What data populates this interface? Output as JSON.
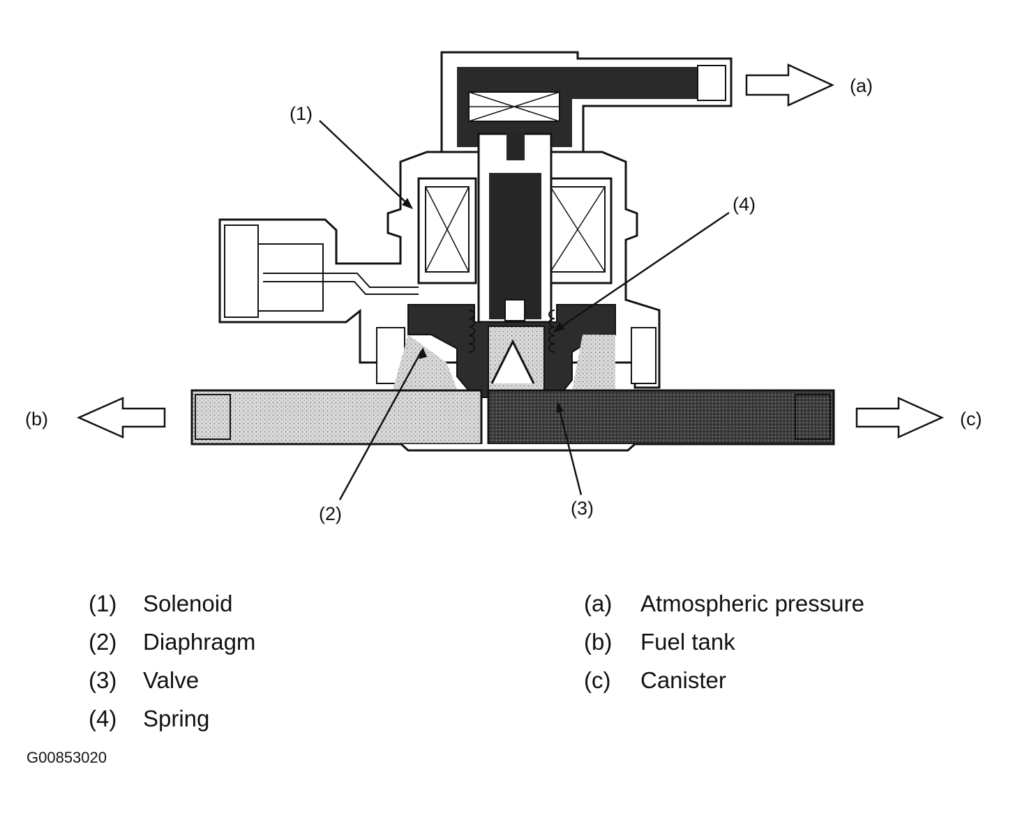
{
  "callouts": {
    "part1": "(1)",
    "part2": "(2)",
    "part3": "(3)",
    "part4": "(4)",
    "port_a": "(a)",
    "port_b": "(b)",
    "port_c": "(c)"
  },
  "legend": {
    "parts": [
      {
        "key": "(1)",
        "label": "Solenoid"
      },
      {
        "key": "(2)",
        "label": "Diaphragm"
      },
      {
        "key": "(3)",
        "label": "Valve"
      },
      {
        "key": "(4)",
        "label": "Spring"
      }
    ],
    "ports": [
      {
        "key": "(a)",
        "label": "Atmospheric pressure"
      },
      {
        "key": "(b)",
        "label": "Fuel tank"
      },
      {
        "key": "(c)",
        "label": "Canister"
      }
    ]
  },
  "figure_id": "G00853020"
}
